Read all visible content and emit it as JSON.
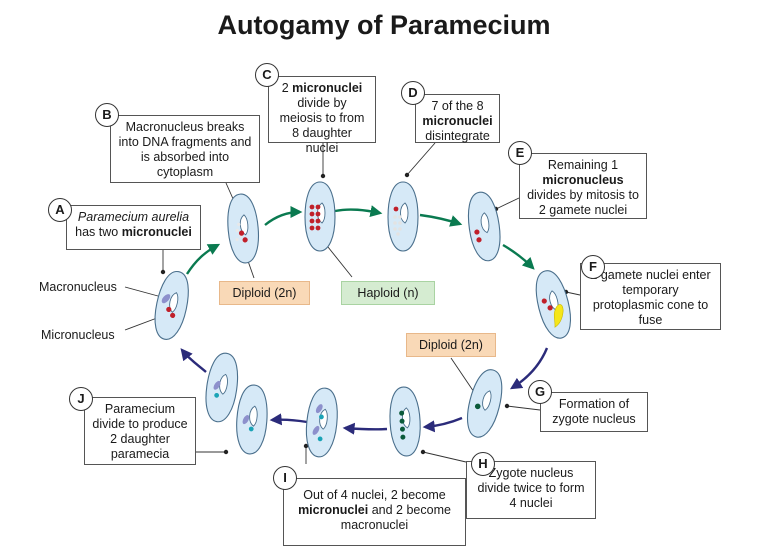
{
  "title": "Autogamy of Paramecium",
  "steps": [
    {
      "letter": "A",
      "pre": "",
      "em": "Paramecium aurelia",
      "line2": "has two ",
      "bold": "micronuclei",
      "post": ""
    },
    {
      "letter": "B",
      "text": "Macronucleus breaks into DNA fragments and is absorbed into cytoplasm"
    },
    {
      "letter": "C",
      "pre": "2 ",
      "bold": "micronuclei",
      "post": " divide by meiosis to from 8 daughter nuclei"
    },
    {
      "letter": "D",
      "pre": "7 of the 8 ",
      "bold": "micronuclei",
      "post": " disintegrate"
    },
    {
      "letter": "E",
      "pre": "Remaining 1 ",
      "bold": "micronucleus",
      "post": " divides by mitosis to 2 gamete nuclei"
    },
    {
      "letter": "F",
      "text": "2 gamete nuclei enter temporary protoplasmic cone to fuse"
    },
    {
      "letter": "G",
      "text": "Formation of zygote nucleus"
    },
    {
      "letter": "H",
      "text": "Zygote nucleus divide twice to form 4 nuclei"
    },
    {
      "letter": "I",
      "pre": "Out of 4 nuclei, 2 become ",
      "bold": "micronuclei",
      "post": " and 2 become macronuclei"
    },
    {
      "letter": "J",
      "text": "Paramecium divide to produce 2 daughter paramecia"
    }
  ],
  "tags": {
    "diploid_top": "Diploid (2n)",
    "haploid": "Haploid (n)",
    "diploid_right": "Diploid (2n)"
  },
  "labels": {
    "macronucleus": "Macronucleus",
    "micronucleus": "Micronucleus"
  },
  "colors": {
    "cell_fill": "#d6e9f7",
    "cell_stroke": "#4a6f8c",
    "green_arrow": "#0a7a50",
    "blue_arrow": "#2b2b7a",
    "red_nucleus": "#c0202a",
    "macro_nucleus": "#8d90cc",
    "zygote": "#0b5a3a",
    "teal": "#1aa3b6",
    "cone": "#f5e61a"
  }
}
